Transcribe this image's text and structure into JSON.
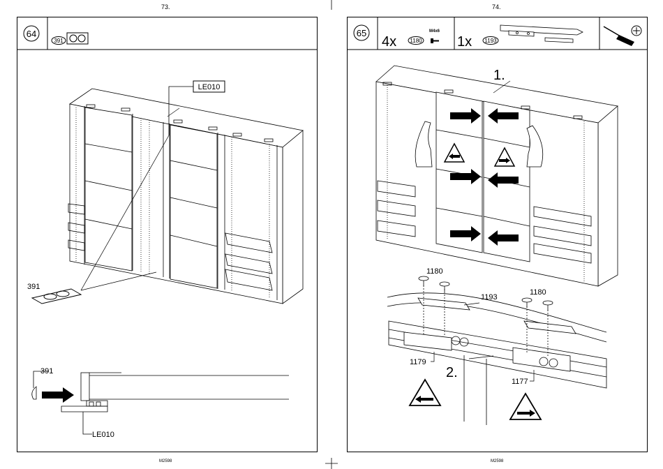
{
  "pages": {
    "left": {
      "page_number": "73.",
      "step": "64",
      "parts_header": {
        "part": "391"
      },
      "labels": {
        "le010_top": "LE010",
        "part_391_a": "391",
        "part_391_b": "391",
        "le010_bottom": "LE010"
      },
      "footer_code": "M2598"
    },
    "right": {
      "page_number": "74.",
      "step": "65",
      "parts_header": {
        "qty_1": "4x",
        "part_1": "1180",
        "screw_spec": "M4x6",
        "qty_2": "1x",
        "part_2": "1193"
      },
      "labels": {
        "step_1": "1.",
        "step_2": "2.",
        "screw_a": "1180",
        "screw_b": "1180",
        "rail": "1193",
        "runner_left": "1179",
        "runner_right": "1177"
      },
      "footer_code": "M2598"
    }
  },
  "icon_names": [
    "push-arrow-icon",
    "hand-icon",
    "warning-arrow-left-icon",
    "warning-arrow-right-icon",
    "screwdriver-icon",
    "phillips-icon",
    "shelf-pad-icon"
  ]
}
